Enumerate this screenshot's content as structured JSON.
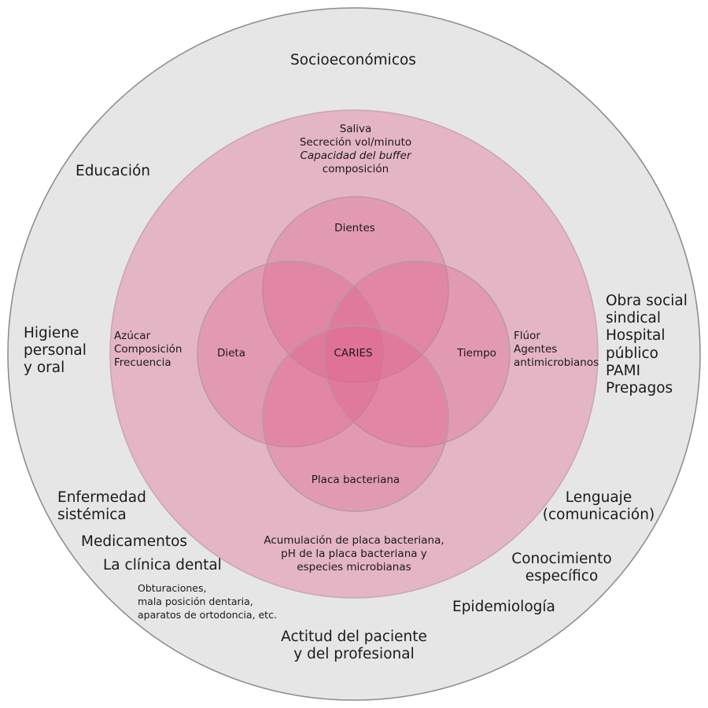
{
  "outer_ring": {
    "socioeconomicos": "Socioeconómicos",
    "educacion": "Educación",
    "higiene": [
      "Higiene",
      "personal",
      "y oral"
    ],
    "obra_social": [
      "Obra social",
      "sindical",
      "Hospital",
      "público",
      "PAMI",
      "Prepagos"
    ],
    "enfermedad": [
      "Enfermedad",
      "sistémica"
    ],
    "medicamentos": "Medicamentos",
    "clinica_dental": "La clínica dental",
    "clinica_detalle": [
      "Obturaciones,",
      "mala posición dentaria,",
      "aparatos de ortodoncia, etc."
    ],
    "lenguaje": [
      "Lenguaje",
      "(comunicación)"
    ],
    "conocimiento": [
      "Conocimiento",
      "específico"
    ],
    "epidemiologia": "Epidemiología",
    "actitud": [
      "Actitud del paciente",
      "y del profesional"
    ]
  },
  "middle_ring": {
    "saliva": [
      "Saliva",
      "Secreción vol/minuto",
      "Capacidad del buffer",
      "composición"
    ],
    "azucar": [
      "Azúcar",
      "Composición",
      "Frecuencia"
    ],
    "fluor": [
      "Flúor",
      "Agentes",
      "antimicrobianos"
    ],
    "acumulacion": [
      "Acumulación de placa bacteriana,",
      "pH de la placa bacteriana y",
      "especies microbianas"
    ]
  },
  "venn": {
    "dientes": "Dientes",
    "dieta": "Dieta",
    "tiempo": "Tiempo",
    "placa": "Placa bacteriana",
    "center": "CARIES"
  },
  "colors": {
    "outer_fill": "#e6e6e6",
    "middle_fill": "#e4b5c5",
    "venn_fill": "#e0608c",
    "stroke": "#a8a8a8"
  }
}
